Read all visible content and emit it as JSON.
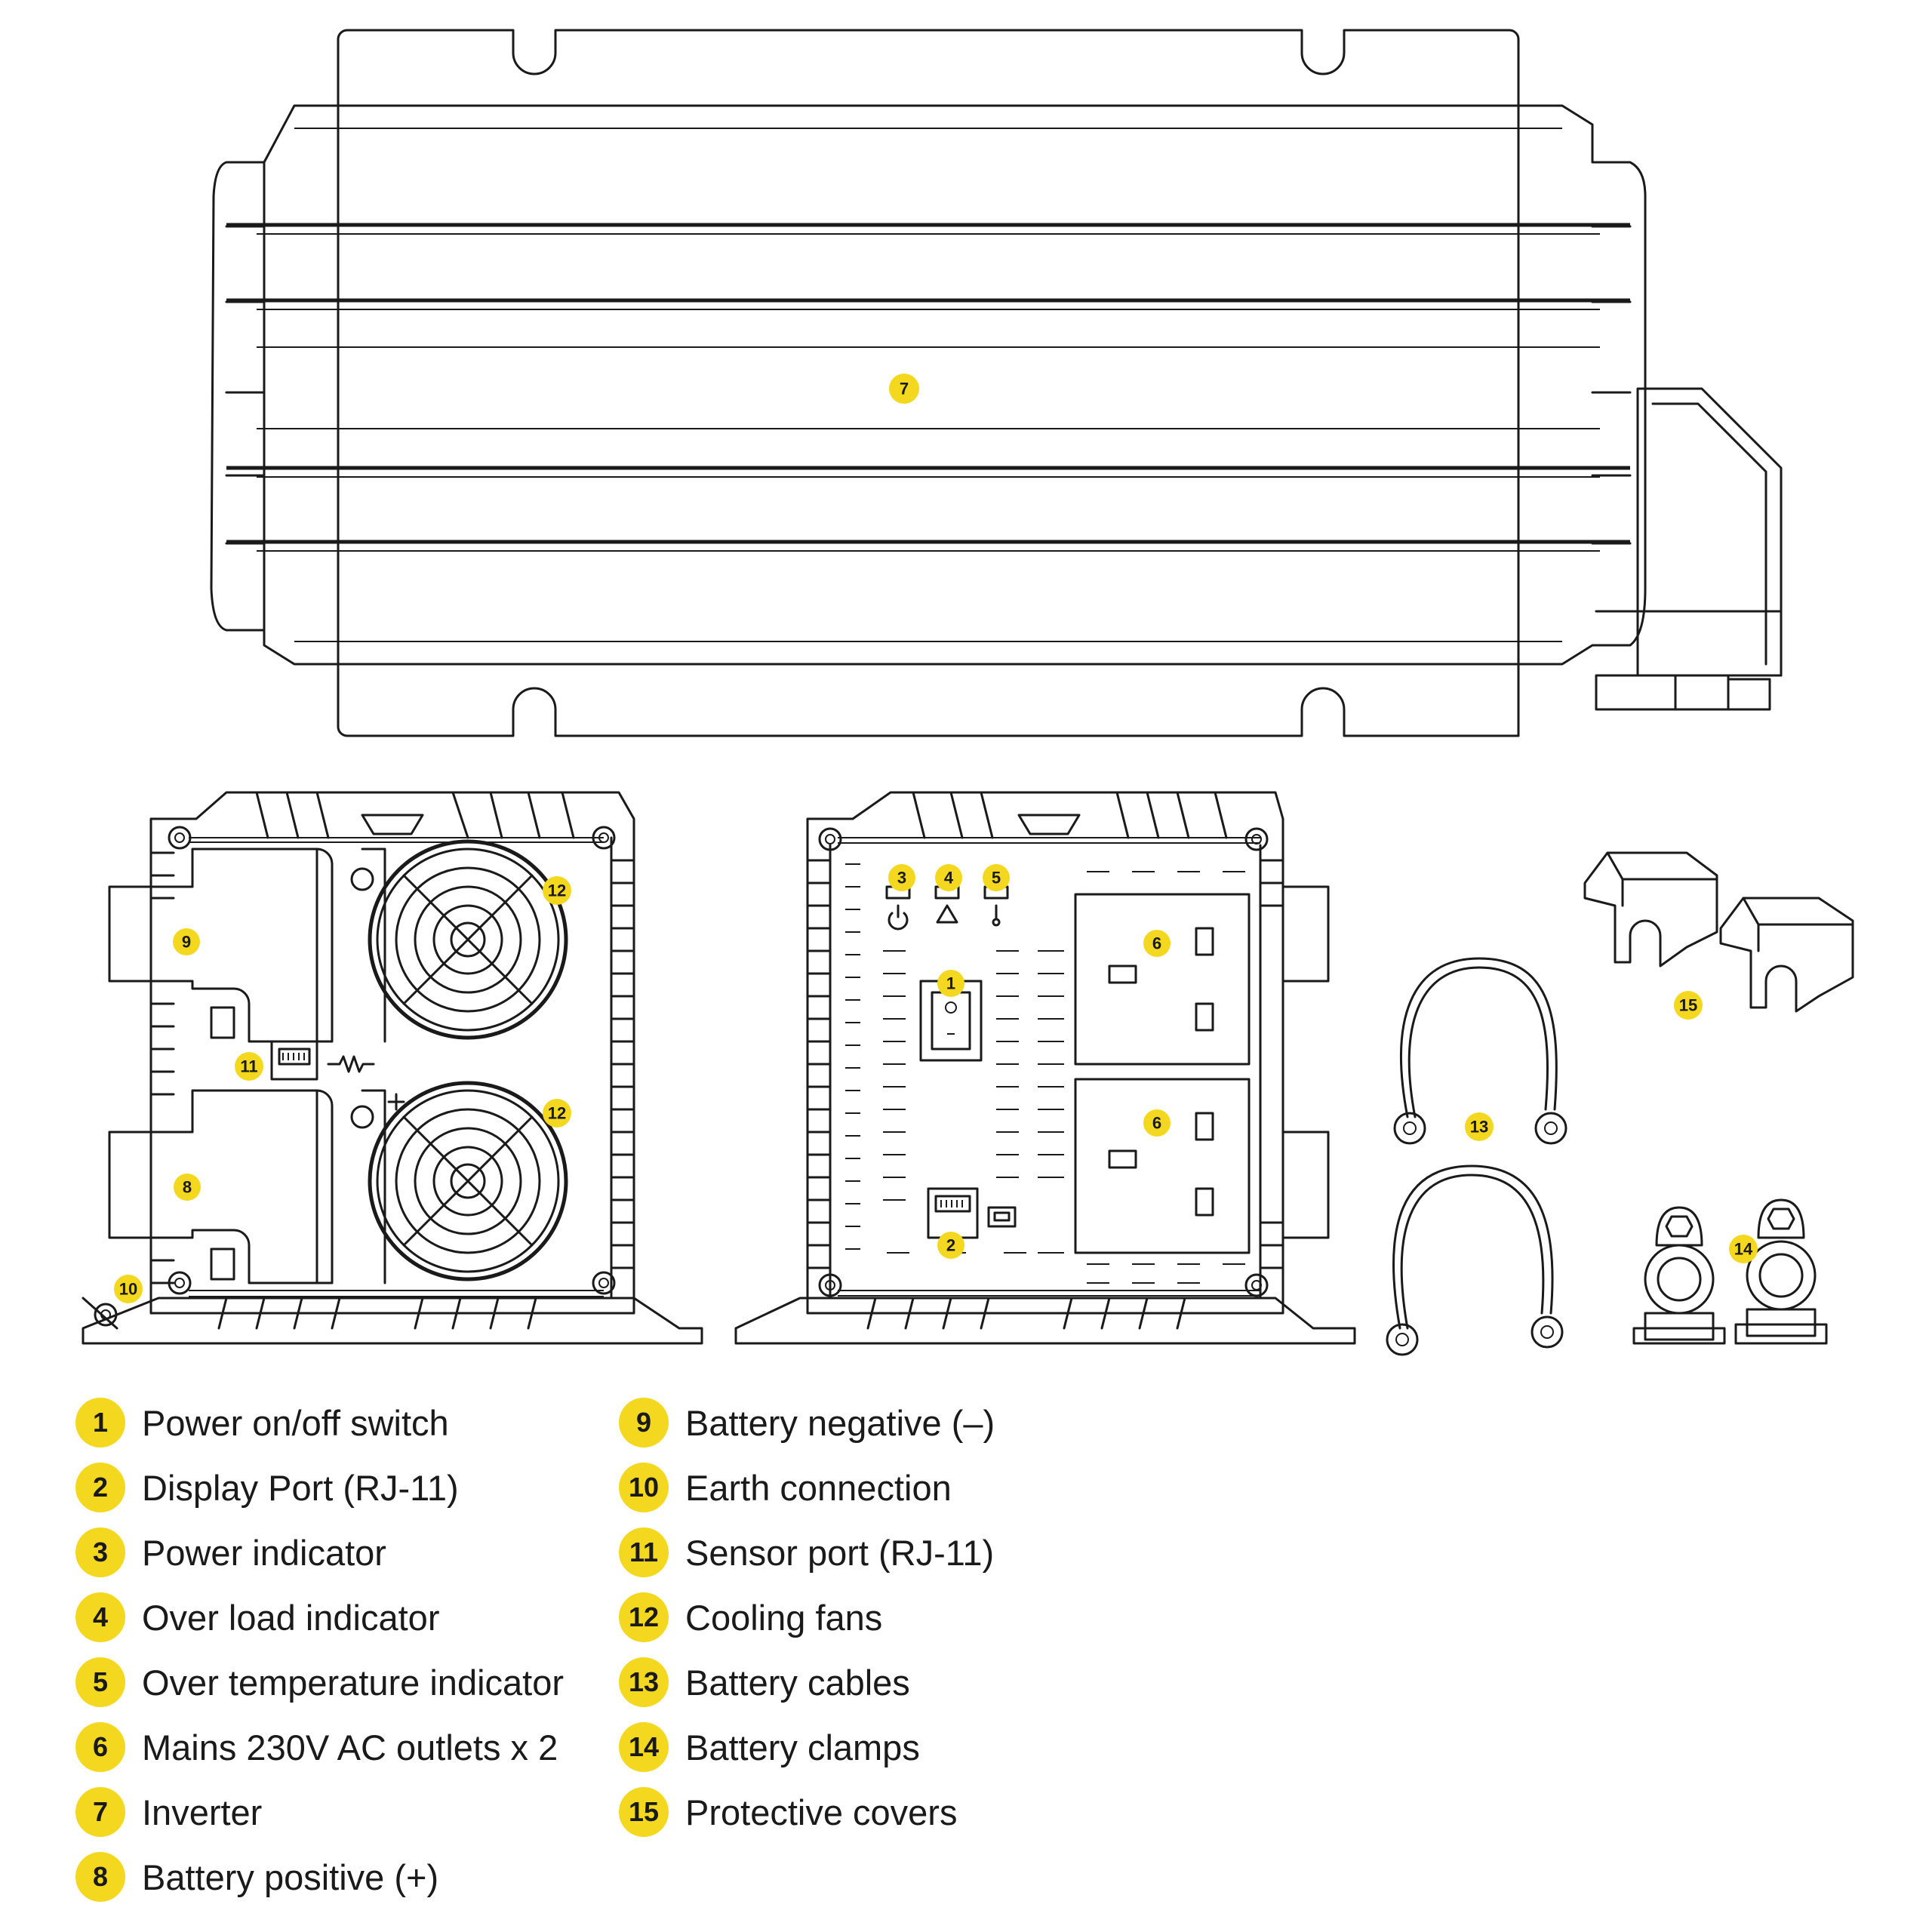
{
  "callouts": [
    {
      "number": "1",
      "label": "Power on/off switch"
    },
    {
      "number": "2",
      "label": "Display Port (RJ-11)"
    },
    {
      "number": "3",
      "label": "Power indicator"
    },
    {
      "number": "4",
      "label": "Over load indicator"
    },
    {
      "number": "5",
      "label": "Over temperature indicator"
    },
    {
      "number": "6",
      "label": "Mains 230V AC outlets x 2"
    },
    {
      "number": "7",
      "label": "Inverter"
    },
    {
      "number": "8",
      "label": "Battery positive (+)"
    },
    {
      "number": "9",
      "label": "Battery negative (–)"
    },
    {
      "number": "10",
      "label": "Earth connection"
    },
    {
      "number": "11",
      "label": "Sensor port (RJ-11)"
    },
    {
      "number": "12",
      "label": "Cooling fans"
    },
    {
      "number": "13",
      "label": "Battery cables"
    },
    {
      "number": "14",
      "label": "Battery clamps"
    },
    {
      "number": "15",
      "label": "Protective covers"
    }
  ],
  "colors": {
    "callout": "#f4d81f",
    "line": "#1a1a1a",
    "background": "#ffffff"
  }
}
